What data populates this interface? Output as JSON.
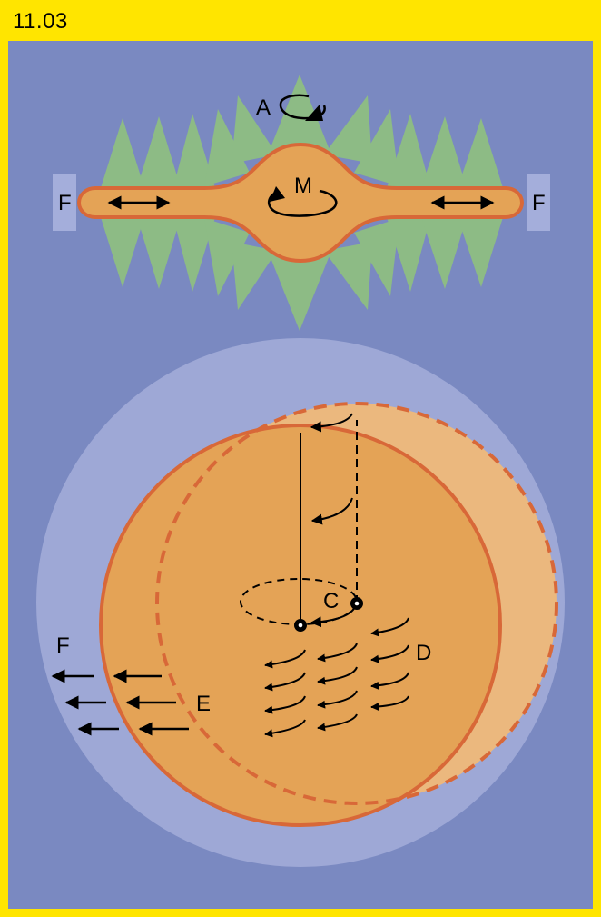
{
  "header": {
    "figure_number": "11.03"
  },
  "colors": {
    "border": "#FFE500",
    "background": "#7A89C1",
    "halo": "#9EA8D6",
    "disk_fill": "#E4A356",
    "disk_outline": "#D86838",
    "disk_shifted_fill": "#EBB87E",
    "jet_cones": "#8DBB85",
    "walls": "#A4AEDB"
  },
  "labels": {
    "A": "A",
    "M": "M",
    "F_left": "F",
    "F_right": "F",
    "C": "C",
    "D": "D",
    "E": "E",
    "F_lower": "F"
  }
}
